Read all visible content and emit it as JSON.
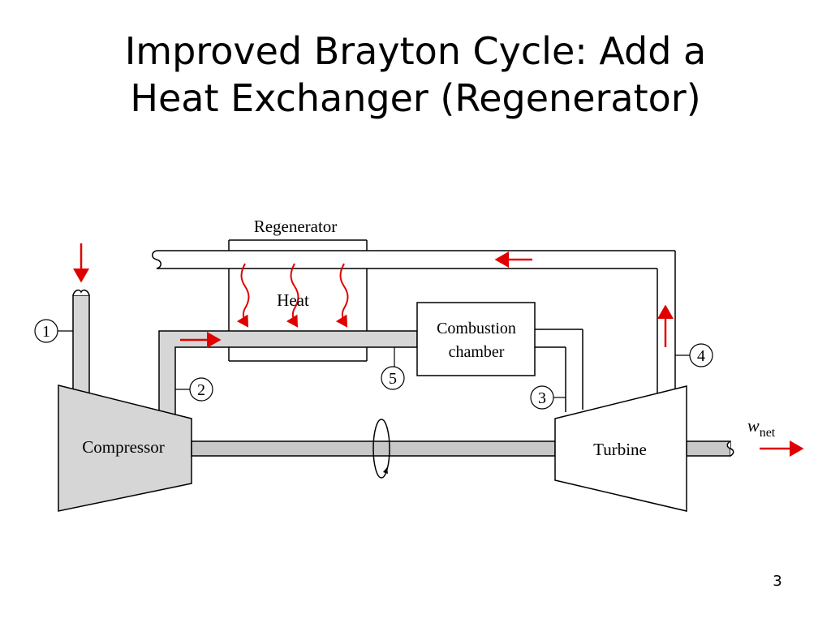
{
  "slide": {
    "title_line1": "Improved Brayton Cycle: Add a",
    "title_line2": "Heat Exchanger (Regenerator)",
    "page_number": "3"
  },
  "diagram": {
    "regenerator_label": "Regenerator",
    "heat_label": "Heat",
    "combustion_line1": "Combustion",
    "combustion_line2": "chamber",
    "compressor_label": "Compressor",
    "turbine_label": "Turbine",
    "work_symbol": "w",
    "work_subscript": "net",
    "states": [
      "1",
      "2",
      "3",
      "4",
      "5"
    ]
  },
  "colors": {
    "arrow": "#e00000",
    "fill": "#d6d6d6",
    "stroke": "#000000"
  }
}
